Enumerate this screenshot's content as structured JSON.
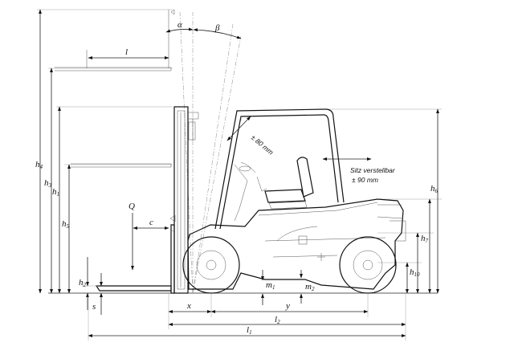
{
  "labels": {
    "h4": {
      "main": "h",
      "sub": "4"
    },
    "h3": {
      "main": "h",
      "sub": "3"
    },
    "h1": {
      "main": "h",
      "sub": "1"
    },
    "h5": {
      "main": "h",
      "sub": "5"
    },
    "h2": {
      "main": "h",
      "sub": "2"
    },
    "h6": {
      "main": "h",
      "sub": "6"
    },
    "h7": {
      "main": "h",
      "sub": "7"
    },
    "h10": {
      "main": "h",
      "sub": "10"
    },
    "m1": {
      "main": "m",
      "sub": "1"
    },
    "m2": {
      "main": "m",
      "sub": "2"
    },
    "l1": {
      "main": "l",
      "sub": "1"
    },
    "l2": {
      "main": "l",
      "sub": "2"
    },
    "l": "l",
    "alpha": "α",
    "beta": "β",
    "Q": "Q",
    "c": "c",
    "s": "s",
    "x": "x",
    "y": "y"
  },
  "notes": {
    "cab_travel": "± 80 mm",
    "seat_title": "Sitz verstellbar",
    "seat_travel": "± 90 mm"
  }
}
